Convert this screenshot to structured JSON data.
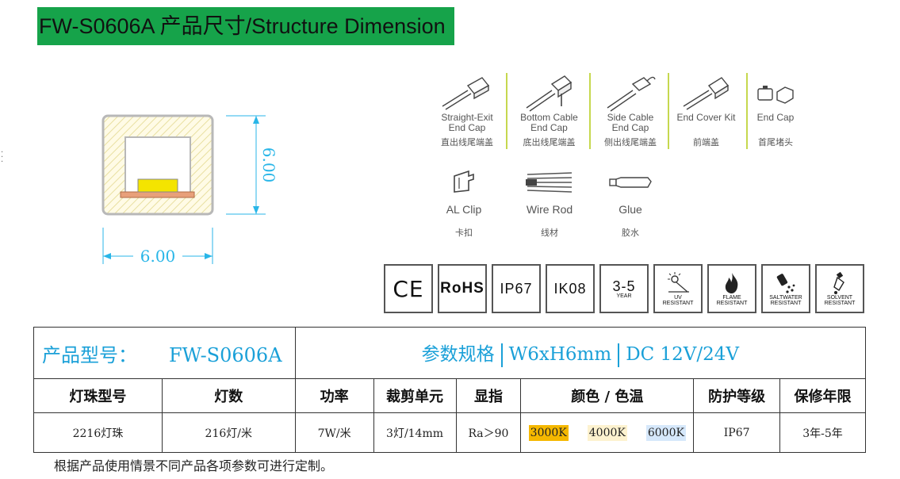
{
  "header": {
    "title": "FW-S0606A  产品尺寸/Structure Dimension"
  },
  "drawing": {
    "width_label": "6.00",
    "height_label": "6.00"
  },
  "accessories": [
    {
      "en1": "Straight-Exit",
      "en2": "End Cap",
      "cn": "直出线尾端盖",
      "icon": "straight-exit-end-cap-icon"
    },
    {
      "en1": "Bottom Cable",
      "en2": "End Cap",
      "cn": "底出线尾端盖",
      "icon": "bottom-cable-end-cap-icon"
    },
    {
      "en1": "Side Cable",
      "en2": "End Cap",
      "cn": "侧出线尾端盖",
      "icon": "side-cable-end-cap-icon"
    },
    {
      "en1": "End Cover Kit",
      "en2": "",
      "cn": "前端盖",
      "icon": "end-cover-kit-icon"
    },
    {
      "en1": "End Cap",
      "en2": "",
      "cn": "首尾堵头",
      "icon": "end-cap-icon"
    }
  ],
  "accessories2": [
    {
      "en": "AL Clip",
      "cn": "卡扣",
      "icon": "al-clip-icon"
    },
    {
      "en": "Wire Rod",
      "cn": "线材",
      "icon": "wire-rod-icon"
    },
    {
      "en": "Glue",
      "cn": "胶水",
      "icon": "glue-icon"
    }
  ],
  "certs": {
    "ce": "CE",
    "rohs": "RoHS",
    "ip": "IP67",
    "ik": "IK08",
    "year_num": "3-5",
    "year_txt": "YEAR",
    "uv": [
      "UV",
      "RESISTANT"
    ],
    "flame": [
      "FLAME",
      "RESISTANT"
    ],
    "salt": [
      "SALTWATER",
      "RESISTANT"
    ],
    "solvent": [
      "SOLVENT",
      "RESISTANT"
    ]
  },
  "table": {
    "model_label": "产品型号：",
    "model_value": "FW-S0606A",
    "params_label": "参数规格",
    "size": "W6xH6mm",
    "voltage": "DC 12V/24V",
    "headers": [
      "灯珠型号",
      "灯数",
      "功率",
      "裁剪单元",
      "显指",
      "颜色 / 色温",
      "防护等级",
      "保修年限"
    ],
    "row": {
      "led": "2216灯珠",
      "count": "216灯/米",
      "power": "7W/米",
      "cut": "3灯/14mm",
      "cri": "Ra＞90",
      "cct": [
        "3000K",
        "4000K",
        "6000K"
      ],
      "ip": "IP67",
      "warranty": "3年-5年"
    }
  },
  "colors": {
    "title_bg": "#16a34a",
    "accent": "#1aa0d8",
    "cct_3000": "#f5b800",
    "cct_4000": "#fdf2cf",
    "cct_6000": "#d6e8fb"
  },
  "footnote": "根据产品使用情景不同产品各项参数可进行定制。"
}
